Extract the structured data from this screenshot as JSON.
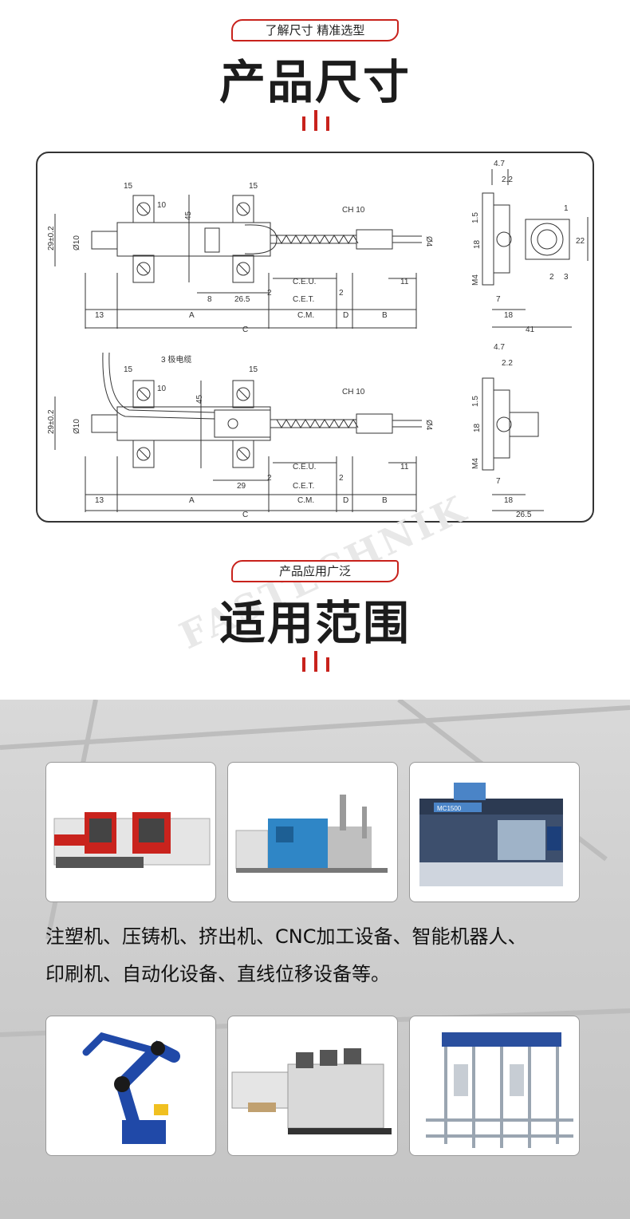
{
  "section1": {
    "pill": "了解尺寸 精准选型",
    "title": "产品尺寸"
  },
  "section2": {
    "pill": "产品应用广泛",
    "title": "适用范围"
  },
  "watermark": "FASTECHNIK",
  "drawing": {
    "top": {
      "dims": {
        "w15a": "15",
        "w15b": "15",
        "w10": "10",
        "h45": "45",
        "d29": "29±0.2",
        "d10": "Ø10",
        "ch10": "CH 10",
        "d4": "Ø4",
        "l8": "8",
        "l265": "26.5",
        "l2a": "2",
        "l2b": "2",
        "ceu": "C.E.U.",
        "cet": "C.E.T.",
        "l11": "11",
        "l13": "13",
        "A": "A",
        "CM": "C.M.",
        "D": "D",
        "B": "B",
        "C": "C"
      },
      "side": {
        "s47": "4.7",
        "s22": "2.2",
        "s15": "1.5",
        "s18": "18",
        "sM4": "M4",
        "s7": "7",
        "s18b": "18",
        "s41": "41",
        "s22b": "22",
        "p1": "1",
        "p2": "2",
        "p3": "3"
      }
    },
    "bottom": {
      "dims": {
        "cable": "3 极电缆",
        "w15a": "15",
        "w15b": "15",
        "w10": "10",
        "h45": "45",
        "d29": "29±0.2",
        "d10": "Ø10",
        "ch10": "CH 10",
        "d4": "Ø4",
        "l29": "29",
        "l2a": "2",
        "l2b": "2",
        "ceu": "C.E.U.",
        "cet": "C.E.T.",
        "l11": "11",
        "l13": "13",
        "A": "A",
        "CM": "C.M.",
        "D": "D",
        "B": "B",
        "C": "C"
      },
      "side": {
        "s47": "4.7",
        "s22": "2.2",
        "s15": "1.5",
        "s18": "18",
        "sM4": "M4",
        "s7": "7",
        "s18b": "18",
        "s265": "26.5"
      }
    }
  },
  "applications": {
    "line1": "注塑机、压铸机、挤出机、CNC加工设备、智能机器人、",
    "line2": "印刷机、自动化设备、直线位移设备等。",
    "machine_label": "MC1500",
    "colors": {
      "accent": "#c8221c"
    }
  }
}
